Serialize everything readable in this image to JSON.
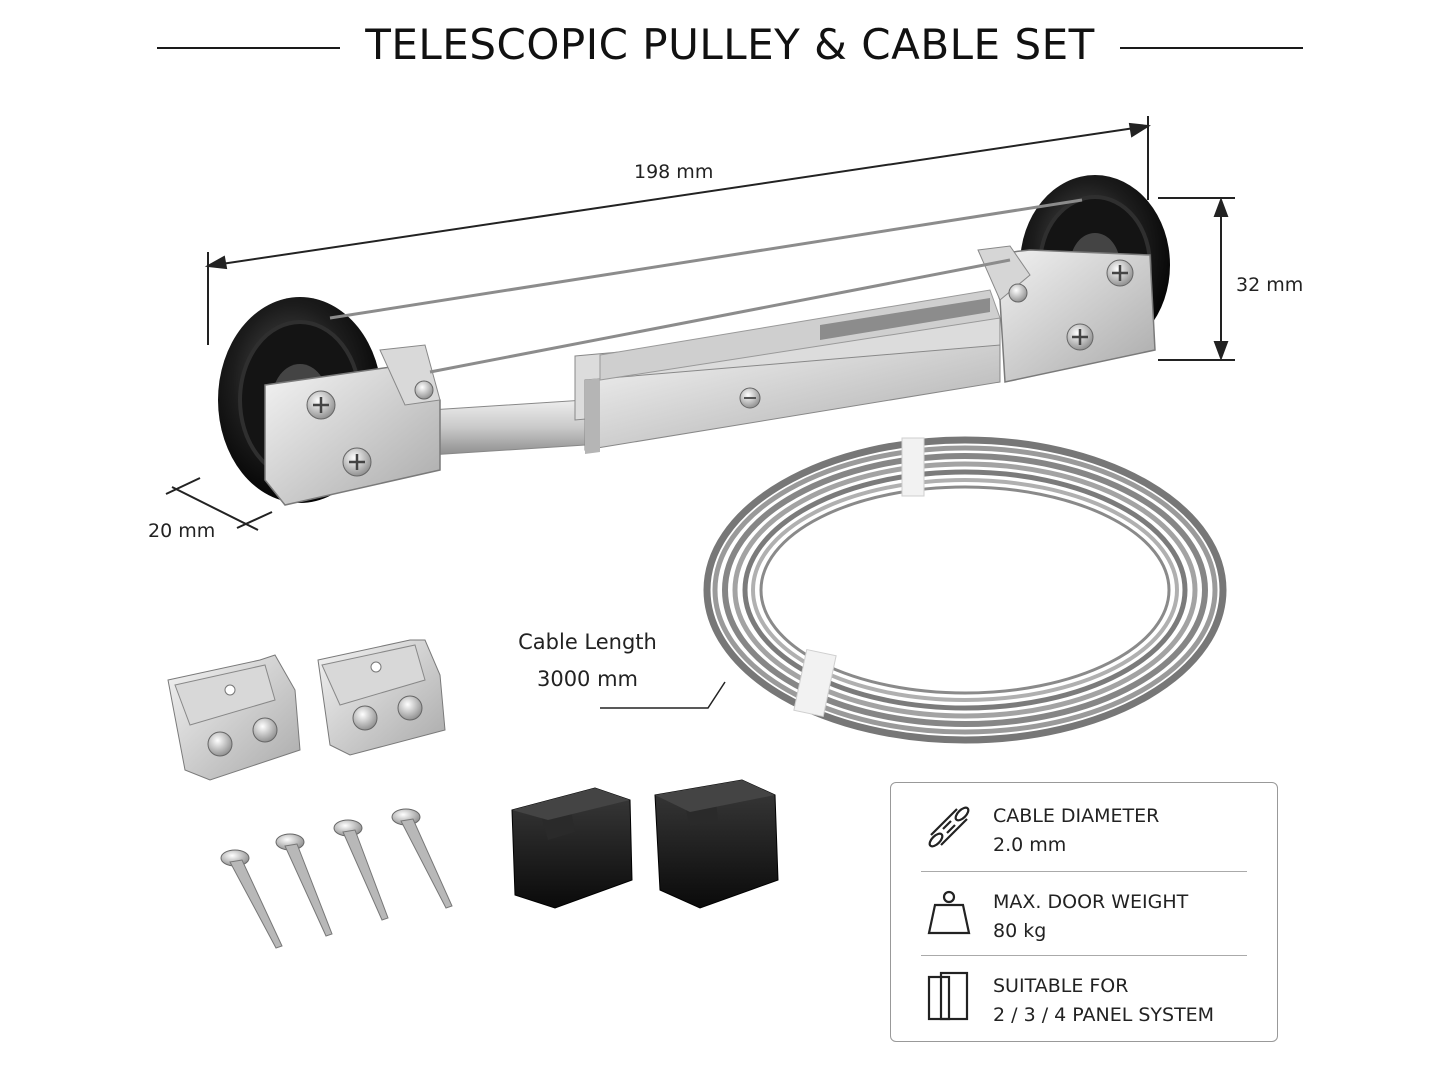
{
  "title": "TELESCOPIC PULLEY & CABLE SET",
  "dimensions": {
    "length": "198 mm",
    "height": "32 mm",
    "width": "20 mm"
  },
  "cable": {
    "label": "Cable Length",
    "value": "3000 mm"
  },
  "specs": [
    {
      "icon": "cable-icon",
      "label": "CABLE DIAMETER",
      "value": "2.0 mm"
    },
    {
      "icon": "weight-icon",
      "label": "MAX. DOOR WEIGHT",
      "value": "80 kg"
    },
    {
      "icon": "panel-door-icon",
      "label": "SUITABLE FOR",
      "value": "2 / 3 / 4 PANEL SYSTEM"
    }
  ]
}
